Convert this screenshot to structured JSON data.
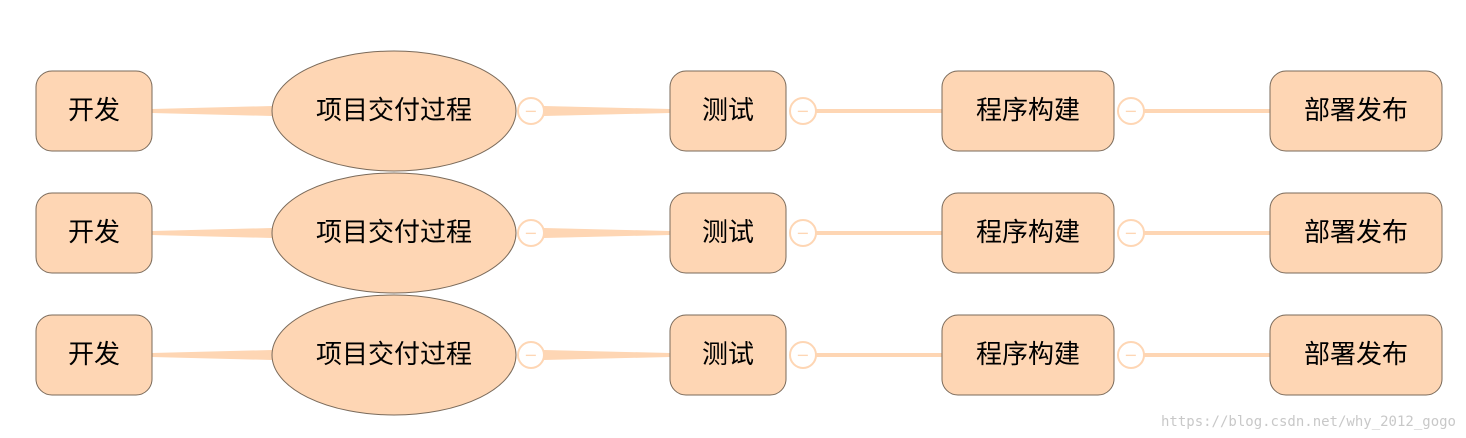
{
  "rows": [
    {
      "start": "开发",
      "center": "项目交付过程",
      "steps": [
        "测试",
        "程序构建",
        "部署发布"
      ]
    },
    {
      "start": "开发",
      "center": "项目交付过程",
      "steps": [
        "测试",
        "程序构建",
        "部署发布"
      ]
    },
    {
      "start": "开发",
      "center": "项目交付过程",
      "steps": [
        "测试",
        "程序构建",
        "部署发布"
      ]
    }
  ],
  "collapse_symbol": "−",
  "colors": {
    "node_fill": "#fed6b4",
    "node_stroke": "#7a6a5a",
    "connector": "#fed6b4",
    "collapse_stroke": "#fed6b4"
  },
  "icons": {
    "collapse": "collapse-minus-icon"
  },
  "watermark": "https://blog.csdn.net/why_2012_gogo"
}
